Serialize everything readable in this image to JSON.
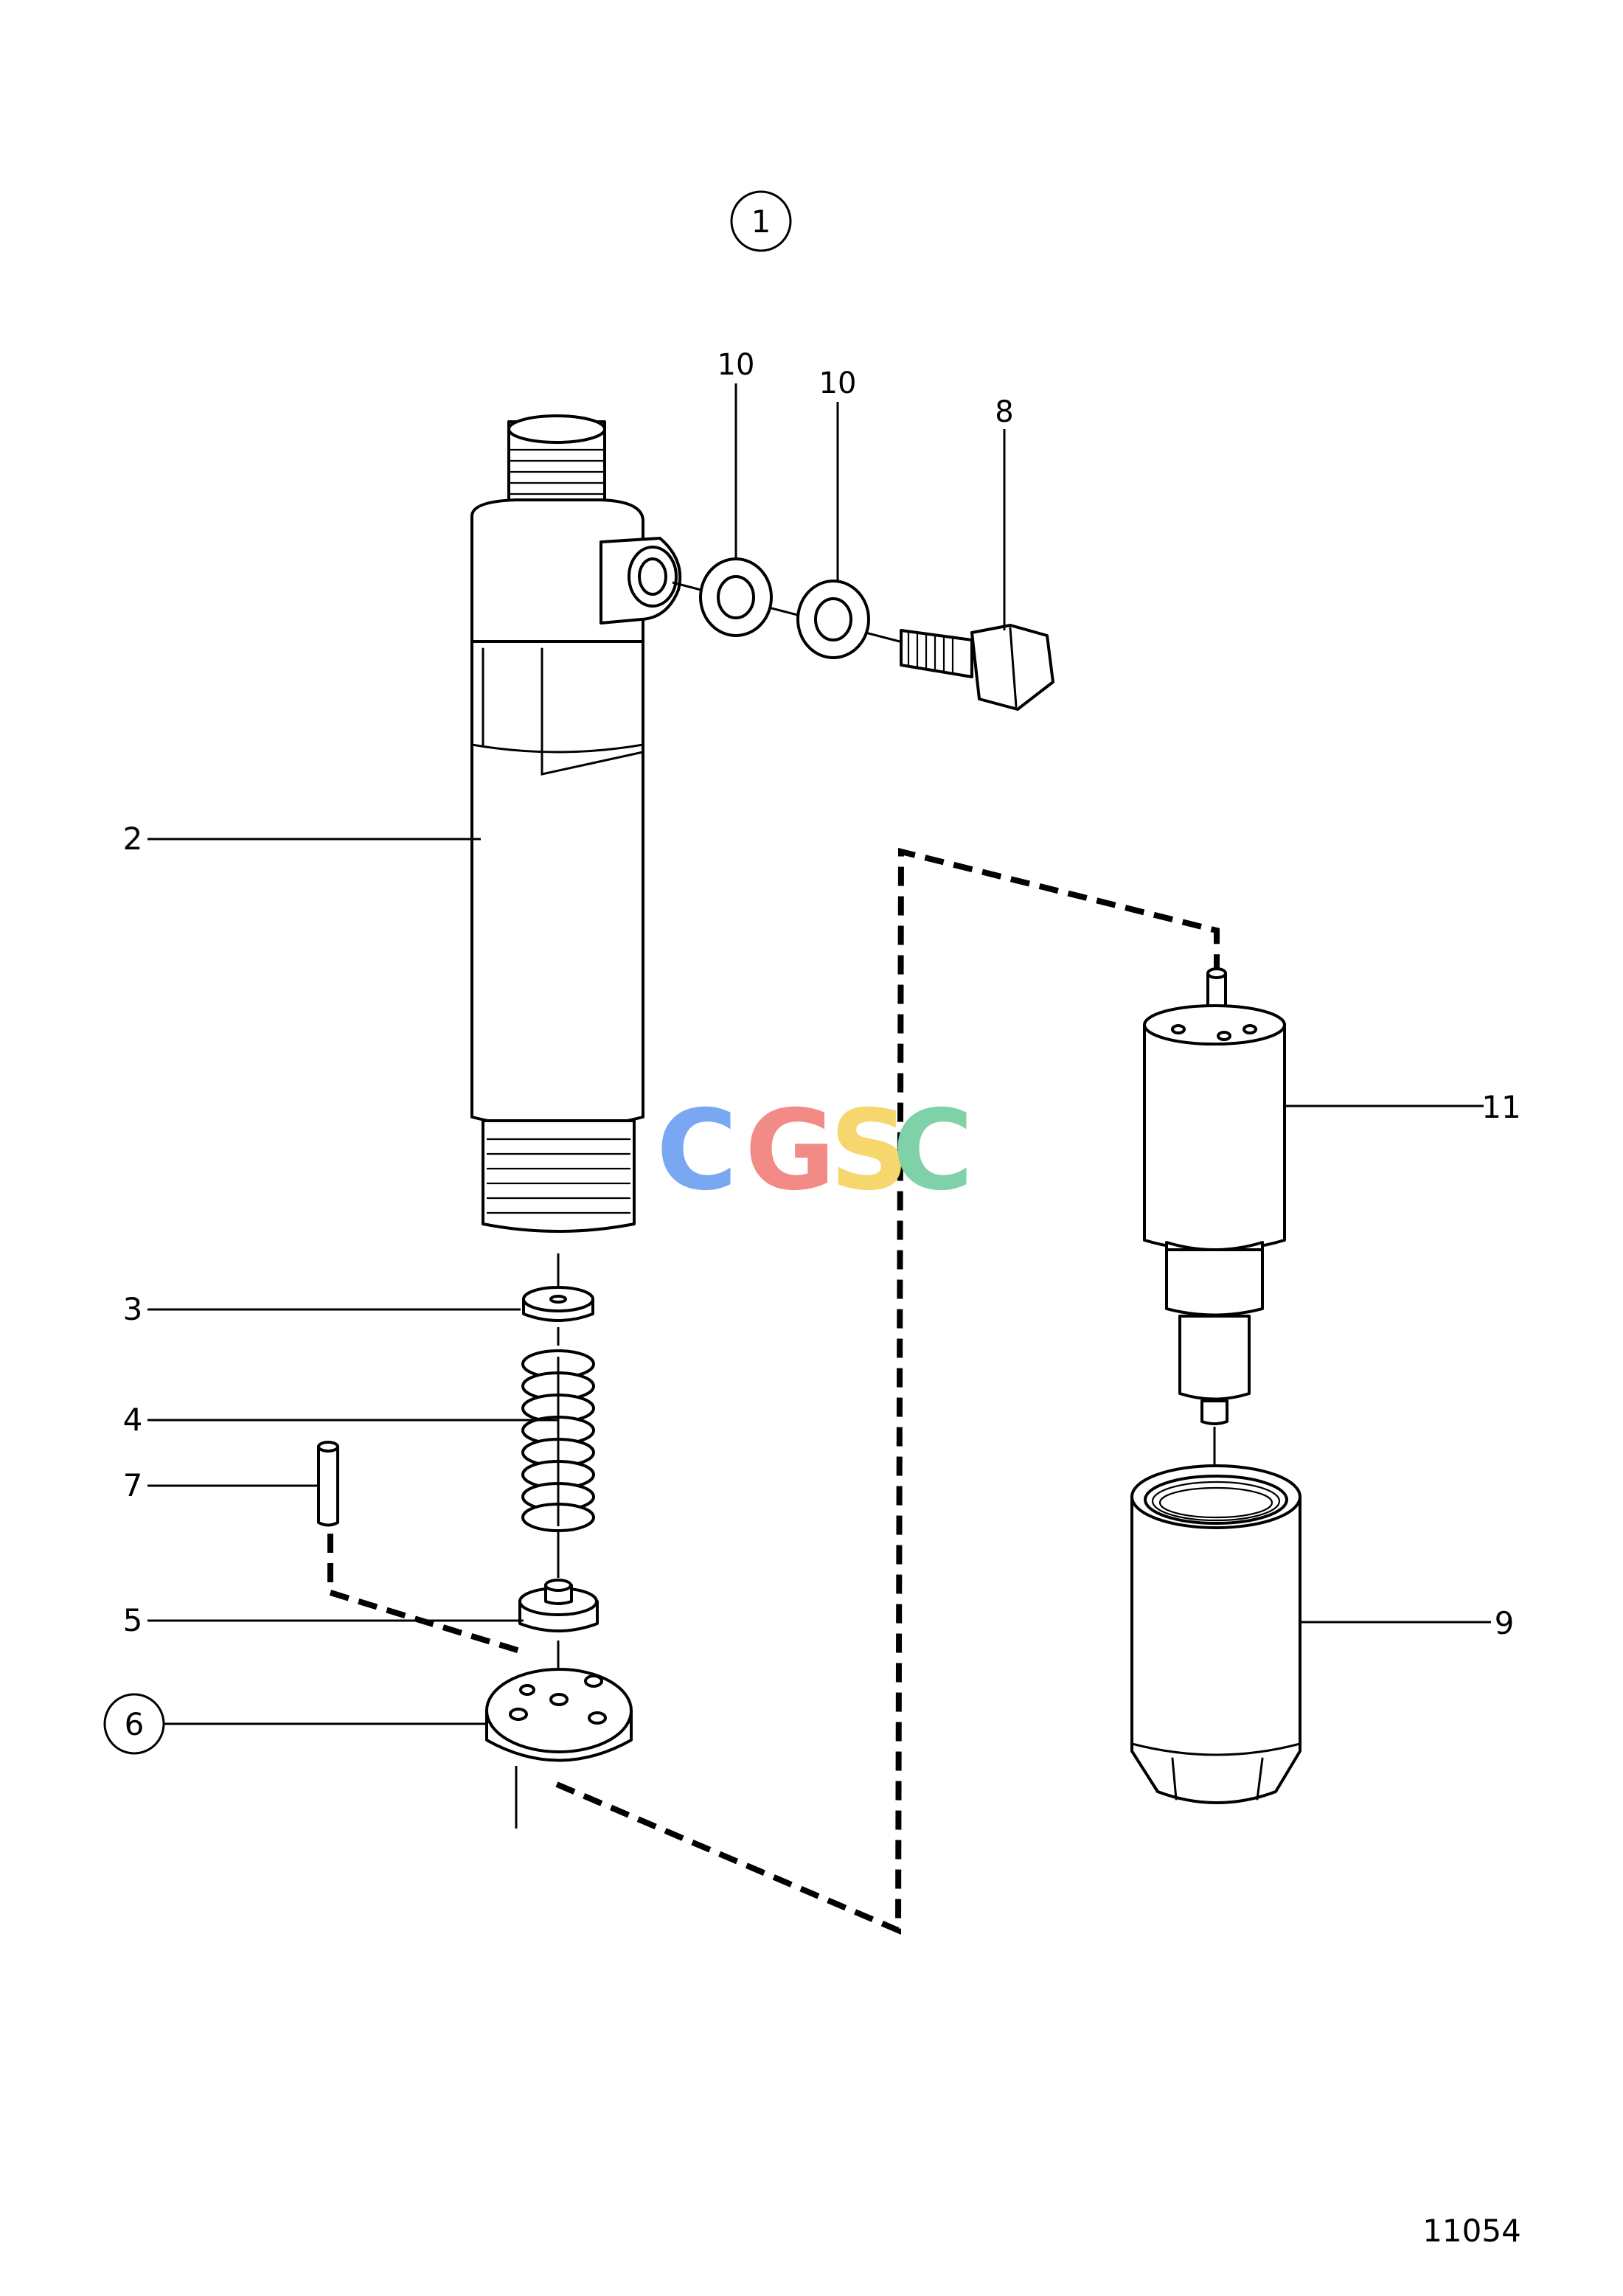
{
  "assembly_number": "1",
  "callouts": [
    {
      "id": "2",
      "text": "2"
    },
    {
      "id": "3",
      "text": "3"
    },
    {
      "id": "4",
      "text": "4"
    },
    {
      "id": "5",
      "text": "5"
    },
    {
      "id": "6",
      "text": "6"
    },
    {
      "id": "7",
      "text": "7"
    },
    {
      "id": "8",
      "text": "8"
    },
    {
      "id": "9",
      "text": "9"
    },
    {
      "id": "10a",
      "text": "10"
    },
    {
      "id": "10b",
      "text": "10"
    },
    {
      "id": "11",
      "text": "11"
    }
  ],
  "watermark": {
    "letters": [
      "C",
      "G",
      "S",
      "C"
    ],
    "colors": [
      "#7aa7f2",
      "#f28a86",
      "#f5d76e",
      "#7fd1a8"
    ]
  },
  "drawing_number": "11054"
}
